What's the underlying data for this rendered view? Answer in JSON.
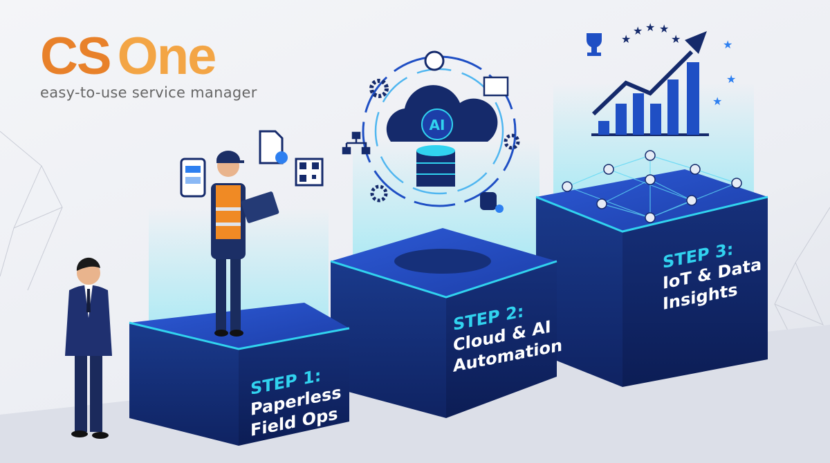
{
  "logo": {
    "brand_part1": "CS",
    "brand_part2": "One",
    "tagline": "easy-to-use service manager"
  },
  "steps": [
    {
      "number": "STEP 1:",
      "title": "Paperless\nField Ops"
    },
    {
      "number": "STEP 2:",
      "title": "Cloud & AI\nAutomation"
    },
    {
      "number": "STEP 3:",
      "title": "IoT & Data\nInsights"
    }
  ],
  "ai_badge": "AI",
  "colors": {
    "orange": "#e8812a",
    "light_orange": "#f3a545",
    "navy": "#152a6b",
    "cyan": "#31d3ef",
    "blue": "#1f4fc4"
  }
}
